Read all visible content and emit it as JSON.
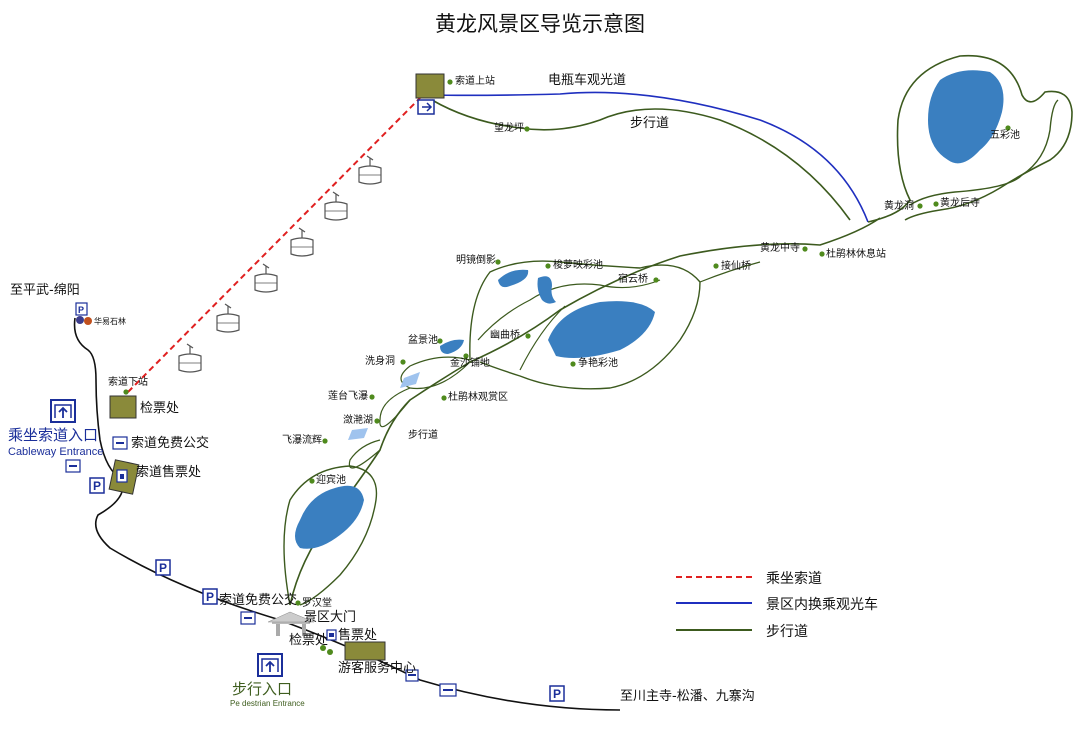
{
  "title": "黄龙风景区导览示意图",
  "colors": {
    "cableway": "#e02020",
    "shuttle": "#1f2fbf",
    "trail": "#3c5a1e",
    "pool": "#3a7fc0",
    "station": "#8a8a3a",
    "node": "#4f8a1d"
  },
  "road_labels": {
    "to_pingwu": "至平武-绵阳",
    "to_chuanzhu": "至川主寺-松潘、九寨沟"
  },
  "route_labels": {
    "shuttle": "电瓶车观光道",
    "trail_upper": "步行道",
    "trail_lower": "步行道"
  },
  "spots": {
    "cableway_top": "索道上站",
    "wanglongping": "望龙坪",
    "wucaichi": "五彩池",
    "huanglongdong": "黄龙洞",
    "huanglonghousi": "黄龙后寺",
    "huanglongzhongsi": "黄龙中寺",
    "dupenglin_rest": "杜鹃林休息站",
    "jiexianqiao": "接仙桥",
    "suyunqiao": "宿云桥",
    "mingjingdaoying": "明镜倒影",
    "suoluoyingcaichi": "梭萝映彩池",
    "penjingchi": "盆景池",
    "youquqiao": "幽曲桥",
    "zhengyancaichi": "争艳彩池",
    "jinshapudi": "金沙铺地",
    "xishendong": "洗身洞",
    "liantaifeipu": "莲台飞瀑",
    "dupenglin_view": "杜鹃林观赏区",
    "pihuanghu": "潋滟湖",
    "feipuliuhui": "飞瀑流辉",
    "yingbinchi": "迎宾池",
    "luohantang": "罗汉堂",
    "cableway_bottom": "索道下站",
    "ticket_check_cable": "检票处",
    "cable_bus": "索道免费公交",
    "cable_ticket": "索道售票处",
    "gate_bus": "索道免费公交",
    "main_gate": "景区大门",
    "gate_check": "检票处",
    "gate_ticket": "售票处",
    "visitor_center": "游客服务中心",
    "hotel": "华易石林"
  },
  "entrances": {
    "cableway_cn": "乘坐索道入口",
    "cableway_en": "Cableway Entrance",
    "walk_cn": "步行入口",
    "walk_en": "Pe destrian Entrance"
  },
  "legend": [
    {
      "label": "乘坐索道",
      "style": "dashed",
      "color": "#e02020"
    },
    {
      "label": "景区内换乘观光车",
      "style": "solid",
      "color": "#1f2fbf"
    },
    {
      "label": "步行道",
      "style": "solid",
      "color": "#3c5a1e"
    }
  ],
  "icons": {
    "entrance": "entrance-arrow-icon",
    "parking": "parking-icon",
    "bus": "bus-icon",
    "toilet": "toilet-icon",
    "gondola": "gondola-icon"
  }
}
